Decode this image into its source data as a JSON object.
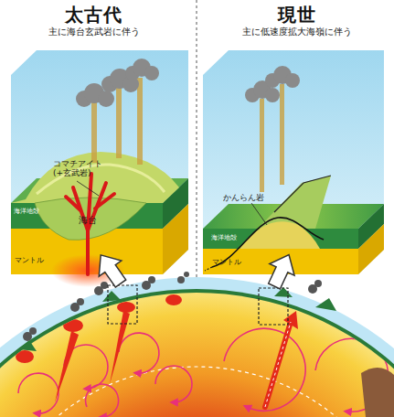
{
  "diagram": {
    "nodes": [
      {
        "text": [
          "太古代",
          "主に海台玄武岩に伴う"
        ]
      },
      {
        "text": [
          "現世",
          "主に低速度拡大海嶺に伴う"
        ]
      }
    ],
    "labels": [
      "コマチアイト (+玄武岩)",
      "海洋地殻",
      "海台",
      "マントル",
      "かんらん岩",
      "海洋地殻",
      "マントル"
    ]
  }
}
